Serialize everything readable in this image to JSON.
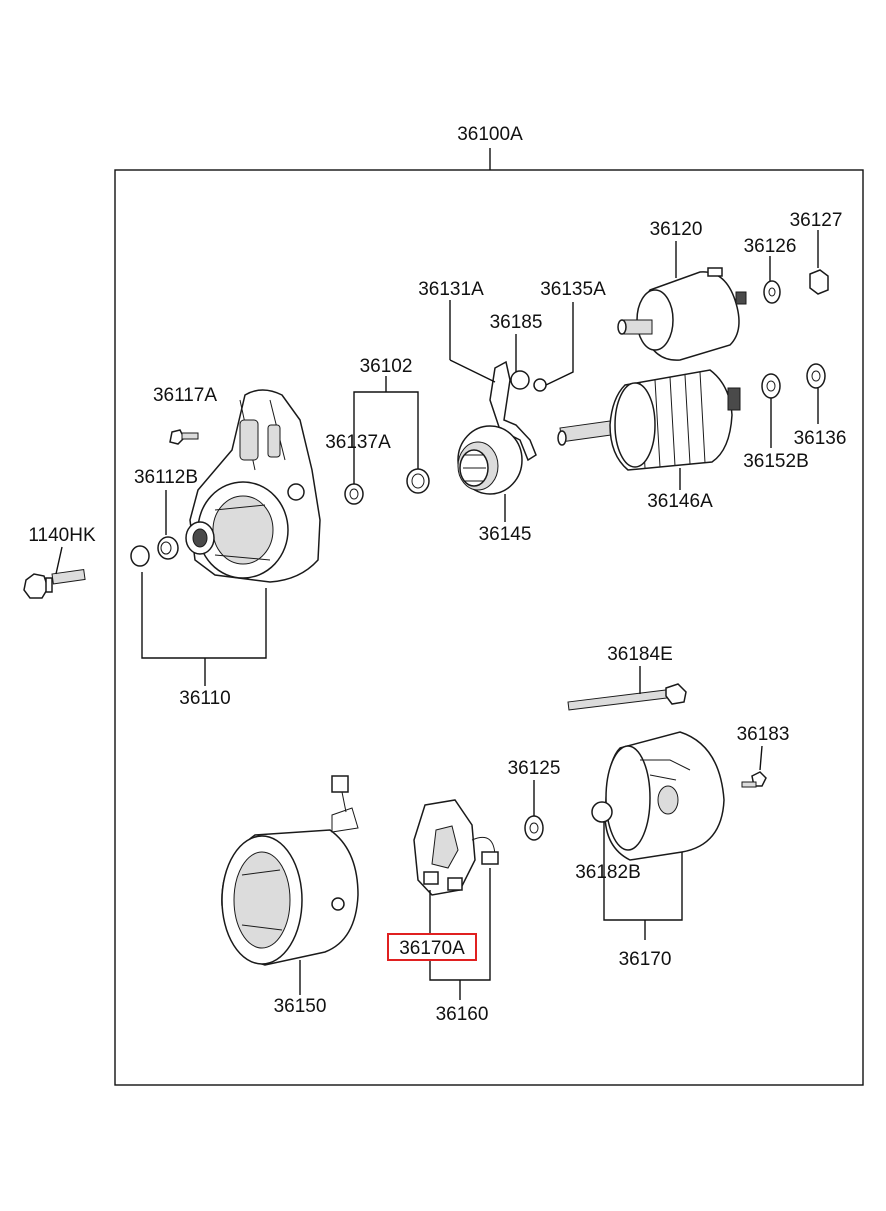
{
  "diagram": {
    "assembly_label": "36100A",
    "highlight_color": "#e02020",
    "line_color": "#111111",
    "parts": {
      "p1140HK": "1140HK",
      "p36110": "36110",
      "p36112B": "36112B",
      "p36117A": "36117A",
      "p36102": "36102",
      "p36137A": "36137A",
      "p36131A": "36131A",
      "p36185": "36185",
      "p36135A": "36135A",
      "p36145": "36145",
      "p36120": "36120",
      "p36126": "36126",
      "p36127": "36127",
      "p36152B": "36152B",
      "p36136": "36136",
      "p36146A": "36146A",
      "p36184E": "36184E",
      "p36183": "36183",
      "p36125": "36125",
      "p36182B": "36182B",
      "p36170": "36170",
      "p36150": "36150",
      "p36170A": "36170A",
      "p36160": "36160"
    },
    "highlighted_part": "36170A"
  }
}
